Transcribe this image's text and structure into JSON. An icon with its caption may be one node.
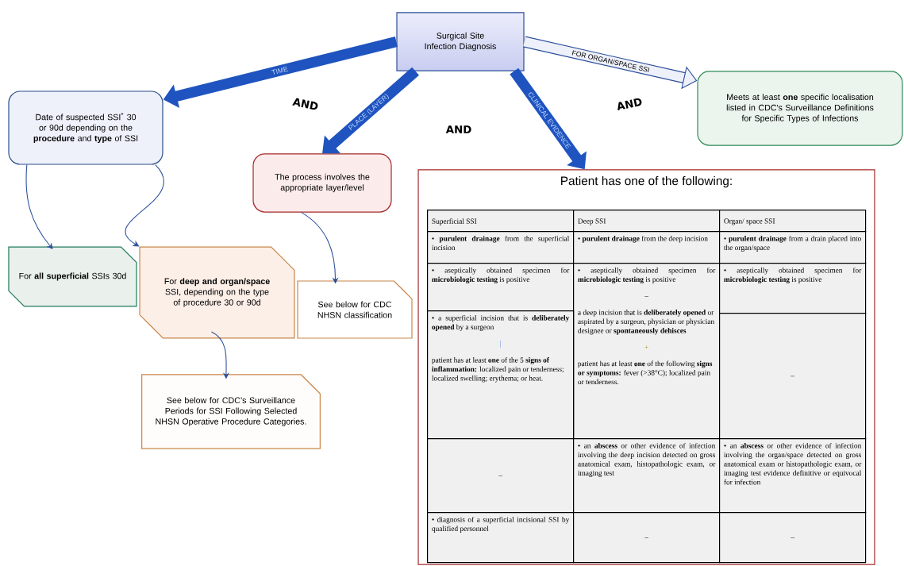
{
  "diagram": {
    "nodes": [
      {
        "text": [
          "Surgical Site Infection Diagnosis"
        ]
      },
      {
        "text": [
          "Date of suspected SSI$^{*}$ 30 or 90d depending on the **procedure** and **type** of SSI"
        ]
      },
      {
        "text": [
          "The process involves the appropriate layer/level"
        ]
      },
      {
        "text": [
          "Patient has one of the following:"
        ]
      },
      {
        "text": [
          "Meets at least **one** specific localisation listed in CDC's Surveillance Definitions for Specific Types of Infections"
        ]
      },
      {
        "text": [
          "For **all superficial** SSIs 30d"
        ]
      },
      {
        "text": [
          "For **deep and organ/space** SSI, depending on the type of procedure 30 or 90d"
        ]
      },
      {
        "text": [
          "See below for CDC NHSN classification"
        ]
      },
      {
        "text": [
          "See below for CDC’s Surveillance Periods for SSI Following Selected NHSN Operative Procedure Categories."
        ]
      }
    ],
    "edges": [
      {
        "from": 0,
        "to": 1,
        "arrow": "to",
        "label": "TIME",
        "style": "thick",
        "color": "#1f54c0"
      },
      {
        "from": 0,
        "to": 2,
        "arrow": "to",
        "label": "PLACE (LAYER)",
        "style": "thick",
        "color": "#1f54c0"
      },
      {
        "from": 0,
        "to": 3,
        "arrow": "to",
        "label": "CLINICAL EVIDENCE",
        "style": "thick",
        "color": "#1f54c0"
      },
      {
        "from": 0,
        "to": 4,
        "arrow": "to",
        "label": "FOR ORGAN/SPACE SSI",
        "style": "thick"
      },
      {
        "from": 1,
        "to": 5,
        "arrow": "to"
      },
      {
        "from": 1,
        "to": 6,
        "arrow": "to"
      },
      {
        "from": 2,
        "to": 7,
        "arrow": "to"
      },
      {
        "from": 6,
        "to": 8,
        "arrow": "to"
      }
    ],
    "labels": [
      "AND",
      "AND",
      "AND",
      "Superficial SSI",
      "Deep SSI",
      "Organ/ space SSI",
      "• **purulent drainage** from the superficial incision",
      "• **purulent drainage** from the deep incision",
      "• **purulent drainage** from a drain placed into the organ/space",
      "• aseptically obtained specimen for **microbiologic testing** is positive",
      "• aseptically obtained specimen for **microbiologic testing** is positive",
      "• aseptically obtained specimen for **microbiologic testing** is positive",
      "–",
      "a deep incision that is **deliberately opened** or aspirated by a surgeon, physician or physician designee or **spontaneously dehisces**",
      "+",
      "patient has at least **one** of the following **signs or symptoms:** fever (>38°C); localized pain or tenderness.",
      "• a superficial incision that is **deliberately opened** by a surgeon",
      "|",
      "patient has at least **one** of the 5 **signs of inflammation:** localized pain or tenderness; localized swelling; erythema; or heat.",
      "–",
      "–",
      "• an **abscess** or other evidence of infection involving the deep incision detected on gross anatomical exam, histopathologic exam, or imaging test",
      "• an **abscess** or other evidence of infection involving the organ/space detected on gross anatomical exam or histopathologic exam, or imaging test evidence definitive or equivocal for infection",
      "• diagnosis of a superficial incisional SSI by qualified personnel",
      "–",
      "–"
    ]
  }
}
